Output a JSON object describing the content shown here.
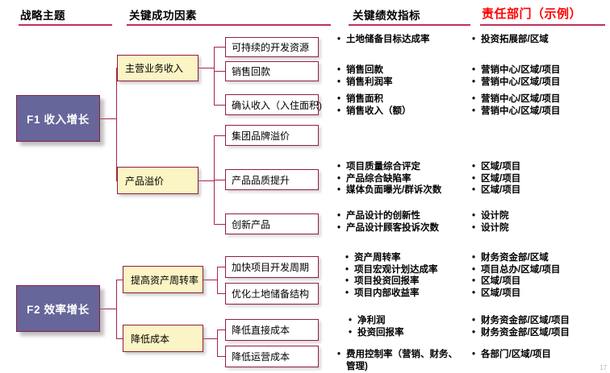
{
  "headers": [
    {
      "label": "战略主题",
      "accent": false
    },
    {
      "label": "关键成功因素",
      "accent": false
    },
    {
      "label": "关键绩效指标",
      "accent": false
    },
    {
      "label": "责任部门（示例）",
      "accent": true
    }
  ],
  "colors": {
    "accent_red": "#ff0000",
    "rule": "#c0305c",
    "connector": "#a8234c",
    "theme_fill": "#66669b",
    "csf_fill": "#fbf4c4",
    "box_border": "#8f1f3f",
    "driver_fill": "#ffffff"
  },
  "themes": [
    {
      "label": "F1 收入增长"
    },
    {
      "label": "F2 效率增长"
    }
  ],
  "csfs": [
    {
      "label": "主营业务收入"
    },
    {
      "label": "产品溢价"
    },
    {
      "label": "提高资产周转率"
    },
    {
      "label": "降低成本"
    }
  ],
  "drivers": [
    {
      "label": "可持续的开发资源"
    },
    {
      "label": "销售回款"
    },
    {
      "label": "确认收入（入住面积)"
    },
    {
      "label": "集团品牌溢价"
    },
    {
      "label": "产品品质提升"
    },
    {
      "label": "创新产品"
    },
    {
      "label": "加快项目开发周期"
    },
    {
      "label": "优化土地储备结构"
    },
    {
      "label": "降低直接成本"
    },
    {
      "label": "降低运营成本"
    }
  ],
  "kpi_groups": [
    {
      "items": [
        "土地储备目标达成率"
      ]
    },
    {
      "items": [
        "销售回款",
        "销售利润率"
      ]
    },
    {
      "items": [
        "销售面积",
        "销售收入（额）"
      ]
    },
    {
      "items": [
        "项目质量综合评定",
        "产品综合缺陷率",
        "媒体负面曝光/群诉次数"
      ]
    },
    {
      "items": [
        "产品设计的创新性",
        "产品设计顾客投诉次数"
      ]
    },
    {
      "items": [
        "资产周转率",
        "项目宏观计划达成率",
        "项目投资回报率",
        "项目内部收益率"
      ]
    },
    {
      "items": [
        "净利润",
        "投资回报率"
      ]
    },
    {
      "items": [
        "费用控制率（营销、财务、\n管理)"
      ]
    }
  ],
  "dept_groups": [
    {
      "items": [
        "投资拓展部/区域"
      ]
    },
    {
      "items": [
        "营销中心/区域/项目",
        "营销中心/区域/项目"
      ]
    },
    {
      "items": [
        "营销中心/区域/项目",
        "营销中心/区域/项目"
      ]
    },
    {
      "items": [
        "区域/项目",
        "区域/项目",
        "区域/项目"
      ]
    },
    {
      "items": [
        "设计院",
        "设计院"
      ]
    },
    {
      "items": [
        "财务资金部/区域",
        "项目总办/区域/项目",
        "区域/项目",
        "区域/项目"
      ]
    },
    {
      "items": [
        "财务资金部/区域/项目",
        "财务资金部/区域/项目"
      ]
    },
    {
      "items": [
        "各部门/区域/项目"
      ]
    }
  ],
  "page": {
    "number": "17"
  }
}
